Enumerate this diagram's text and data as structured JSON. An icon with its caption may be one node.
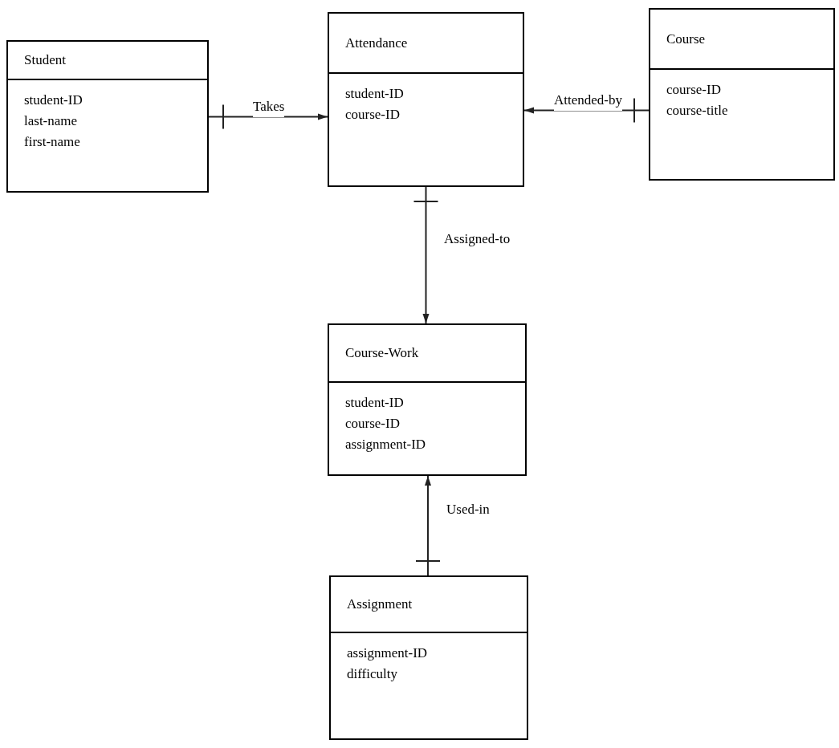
{
  "diagram": {
    "nodes": [
      {
        "text": [
          "Student",
          "student-ID",
          "last-name",
          "first-name"
        ]
      },
      {
        "text": [
          "Attendance",
          "student-ID",
          "course-ID"
        ]
      },
      {
        "text": [
          "Course",
          "course-ID",
          "course-title"
        ]
      },
      {
        "text": [
          "Course-Work",
          "student-ID",
          "course-ID",
          "assignment-ID"
        ]
      },
      {
        "text": [
          "Assignment",
          "assignment-ID",
          "difficulty"
        ]
      }
    ],
    "edges": [
      {
        "from": 0,
        "to": 1,
        "arrow": "to",
        "label": "Takes"
      },
      {
        "from": 2,
        "to": 1,
        "arrow": "to",
        "label": "Attended-by"
      },
      {
        "from": 1,
        "to": 3,
        "arrow": "to",
        "label": "Assigned-to"
      },
      {
        "from": 4,
        "to": 3,
        "arrow": "to",
        "label": "Used-in"
      }
    ]
  }
}
